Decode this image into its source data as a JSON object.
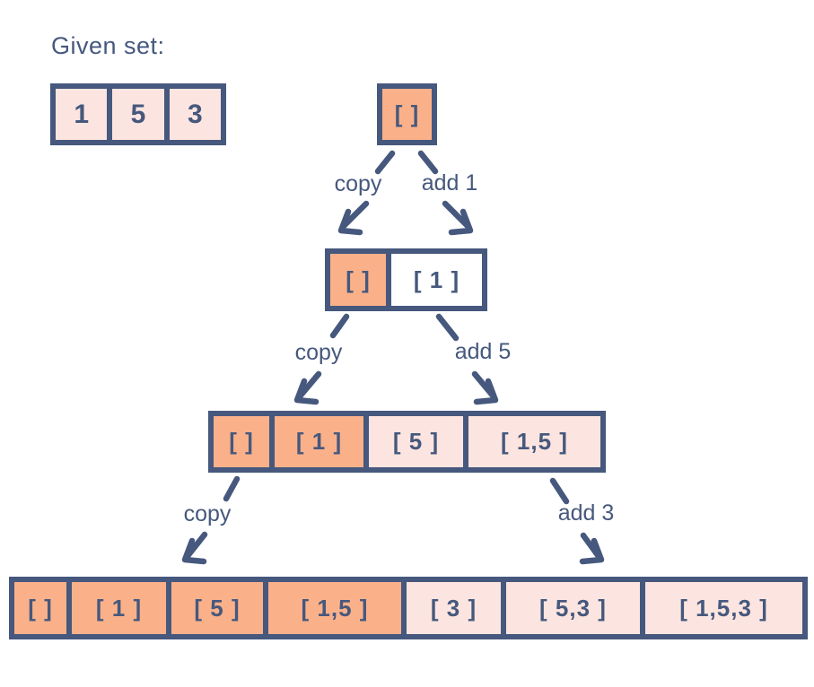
{
  "colors": {
    "orange": "#FAB18A",
    "pink": "#FCE5E0",
    "white": "#FFFFFF",
    "ink": "#46587D",
    "paper": "#FFFFFF"
  },
  "given_set": {
    "label": "Given set:",
    "cells": [
      "1",
      "5",
      "3"
    ]
  },
  "tree": {
    "levels": [
      {
        "cells": [
          {
            "text": "[ ]",
            "fill": "orange"
          }
        ]
      },
      {
        "cells": [
          {
            "text": "[ ]",
            "fill": "orange"
          },
          {
            "text": "[ 1 ]",
            "fill": "white"
          }
        ]
      },
      {
        "cells": [
          {
            "text": "[ ]",
            "fill": "orange"
          },
          {
            "text": "[ 1 ]",
            "fill": "orange"
          },
          {
            "text": "[ 5 ]",
            "fill": "pink"
          },
          {
            "text": "[ 1,5 ]",
            "fill": "pink"
          }
        ]
      },
      {
        "cells": [
          {
            "text": "[ ]",
            "fill": "orange"
          },
          {
            "text": "[ 1 ]",
            "fill": "orange"
          },
          {
            "text": "[ 5 ]",
            "fill": "orange"
          },
          {
            "text": "[ 1,5 ]",
            "fill": "orange"
          },
          {
            "text": "[ 3 ]",
            "fill": "pink"
          },
          {
            "text": "[ 5,3 ]",
            "fill": "pink"
          },
          {
            "text": "[ 1,5,3 ]",
            "fill": "pink"
          }
        ]
      }
    ],
    "edge_labels": [
      {
        "left": "copy",
        "right": "add 1"
      },
      {
        "left": "copy",
        "right": "add 5"
      },
      {
        "left": "copy",
        "right": "add 3"
      }
    ]
  }
}
